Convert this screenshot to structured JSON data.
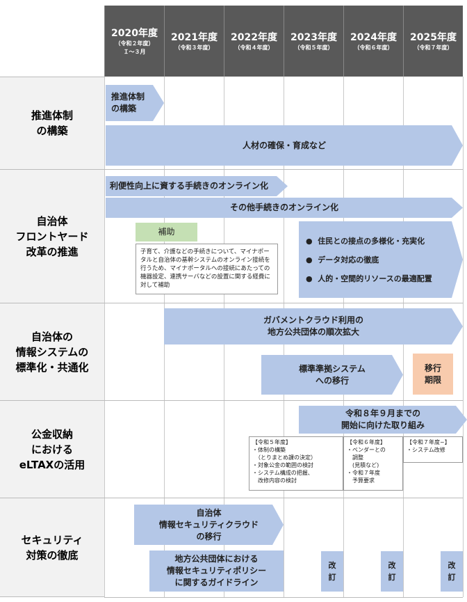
{
  "header": {
    "years": [
      {
        "year": "2020年度",
        "sub": "（令和２年度）\nＩ～３月"
      },
      {
        "year": "2021年度",
        "sub": "（令和３年度）"
      },
      {
        "year": "2022年度",
        "sub": "（令和４年度）"
      },
      {
        "year": "2023年度",
        "sub": "（令和５年度）"
      },
      {
        "year": "2024年度",
        "sub": "（令和６年度）"
      },
      {
        "year": "2025年度",
        "sub": "（令和７年度）"
      }
    ]
  },
  "rows": [
    {
      "label": "推進体制\nの構築"
    },
    {
      "label": "自治体\nフロントヤード\n改革の推進"
    },
    {
      "label": "自治体の\n情報システムの\n標準化・共通化"
    },
    {
      "label": "公金収納\nにおける\neLTAXの活用"
    },
    {
      "label": "セキュリティ\n対策の徹底"
    }
  ],
  "items": {
    "suishin": "推進体制\nの構築",
    "jinzai": "人材の確保・育成など",
    "riben": "利便性向上に資する手続きのオンライン化",
    "sonota": "その他手続きのオンライン化",
    "hojo": "補助",
    "hojo_text": "子育て、介護などの手続きについて、マイナポータルと自治体の基幹システムのオンライン接続を行うため、マイナポータルへの接続にあたっての機器設定、連携サーバなどの設置に関する経費に対して補助",
    "bullets": [
      "住民との接点の多様化・充実化",
      "データ対応の徹底",
      "人的・空間的リソースの最適配置"
    ],
    "gov_cloud": "ガバメントクラウド利用の\n地方公共団体の順次拡大",
    "std": "標準準拠システム\nへの移行",
    "deadline": "移行\n期限",
    "eltax": "令和８年９月までの\n開始に向けた取り組み",
    "r5": "【令和５年度】\n・体制の構築\n　（とりまとめ課の決定）\n・対象公金の範囲の検討\n・システム構成の把握、\n　改修内容の検討",
    "r6": "【令和６年度】\n・ベンダーとの\n　調整\n　(見積など)\n・令和７年度\n　予算要求",
    "r7": "【令和７年度~】\n・システム改修",
    "sec_cloud": "自治体\n情報セキュリティクラウド\nの移行",
    "guideline": "地方公共団体における\n情報セキュリティポリシー\nに関するガイドライン",
    "kaitei": "改\n訂"
  },
  "colors": {
    "header": "#595959",
    "bar": "#b4c7e7",
    "hojo": "#c5e0b4",
    "deadline": "#f8cbad",
    "label_bg": "#f2f2f2"
  }
}
